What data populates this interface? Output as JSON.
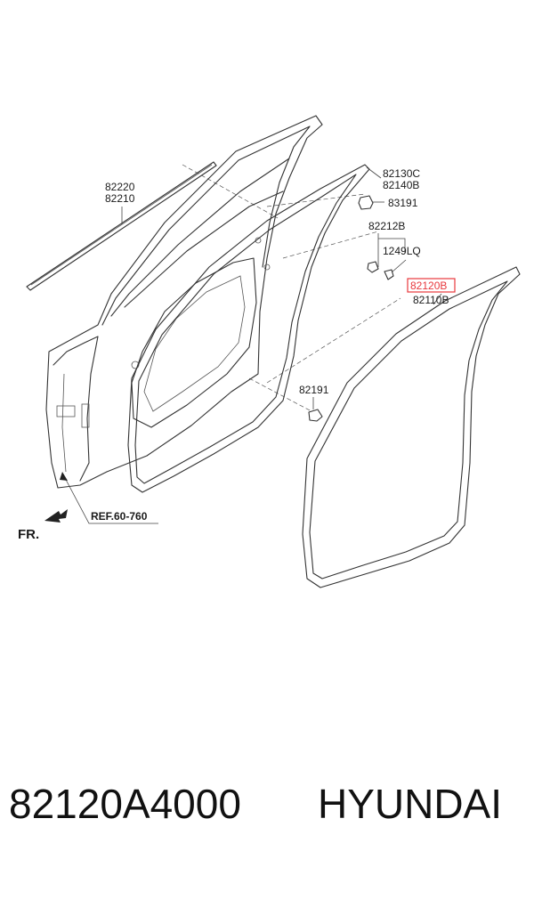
{
  "labels": {
    "p82220": "82220",
    "p82210": "82210",
    "p82130c": "82130C",
    "p82140b": "82140B",
    "p83191": "83191",
    "p82212b": "82212B",
    "p1249lq": "1249LQ",
    "p82120b": "82120B",
    "p82110b": "82110B",
    "p82191": "82191",
    "ref": "REF.60-760",
    "fr": "FR."
  },
  "highlight_color": "#e8383d",
  "caption": {
    "part_number": "82120A4000",
    "brand": "HYUNDAI"
  }
}
